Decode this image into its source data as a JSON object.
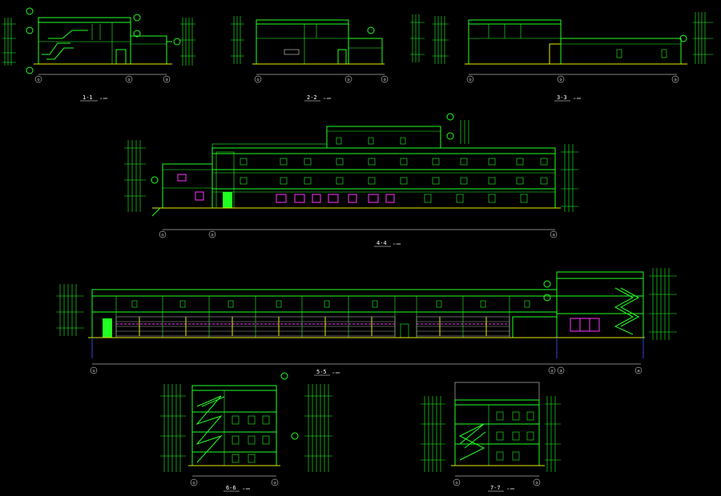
{
  "drawing": {
    "background": "#000000",
    "colors": {
      "structure": "#22ff22",
      "ground": "#e8e800",
      "axis": "#ffffff",
      "window": "#ff33ff",
      "grid": "#3a5bff"
    }
  },
  "sections": [
    {
      "id": "s1",
      "title": "1-1",
      "scale": "1:100",
      "axes": [
        "①",
        "②",
        "③"
      ]
    },
    {
      "id": "s2",
      "title": "2-2",
      "scale": "1:100",
      "axes": [
        "①",
        "②",
        "③"
      ]
    },
    {
      "id": "s3",
      "title": "3-3",
      "scale": "1:100",
      "axes": [
        "①",
        "②",
        "③"
      ]
    },
    {
      "id": "s4",
      "title": "4-4",
      "scale": "1:100",
      "axes": [
        "①",
        "②",
        "③"
      ]
    },
    {
      "id": "s5",
      "title": "5-5",
      "scale": "1:100",
      "axes": [
        "①",
        "②",
        "③",
        "④"
      ]
    },
    {
      "id": "s6",
      "title": "6-6",
      "scale": "1:100",
      "axes": [
        "①",
        "②"
      ]
    },
    {
      "id": "s7",
      "title": "7-7",
      "scale": "1:100",
      "axes": [
        "①",
        "②"
      ]
    }
  ]
}
